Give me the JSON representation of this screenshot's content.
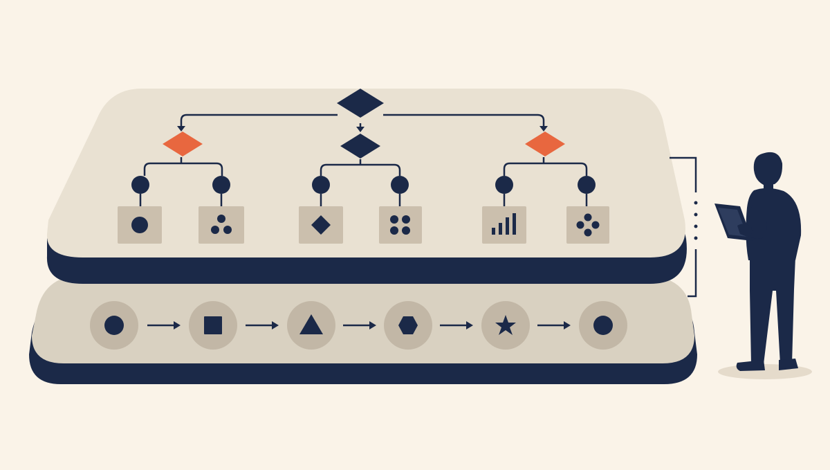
{
  "colors": {
    "background": "#FAF3E8",
    "navy": "#1B2948",
    "orange": "#E8673F",
    "platform_top": "#E9E1D2",
    "platform_bottom": "#D9D1C1",
    "tile": "#CBBFAD",
    "step_circle": "#C2B7A6",
    "shadow": "#E5DBCB"
  },
  "hierarchy": {
    "root": {
      "shape": "diamond",
      "color": "navy"
    },
    "branches": [
      {
        "name": "left",
        "decision_color": "orange",
        "leaves": [
          {
            "icon": "circle-icon"
          },
          {
            "icon": "three-dots-icon"
          }
        ]
      },
      {
        "name": "center",
        "decision_color": "navy",
        "leaves": [
          {
            "icon": "diamond-icon"
          },
          {
            "icon": "four-dots-icon"
          }
        ]
      },
      {
        "name": "right",
        "decision_color": "orange",
        "leaves": [
          {
            "icon": "bar-chart-icon"
          },
          {
            "icon": "cross-dots-icon"
          }
        ]
      }
    ]
  },
  "sequence": {
    "steps": [
      {
        "icon": "circle-icon"
      },
      {
        "icon": "square-icon"
      },
      {
        "icon": "triangle-icon"
      },
      {
        "icon": "hexagon-icon"
      },
      {
        "icon": "star-icon"
      },
      {
        "icon": "circle-icon"
      }
    ],
    "connector": "arrow-right-icon"
  },
  "person": {
    "holds": "tablet-icon"
  }
}
